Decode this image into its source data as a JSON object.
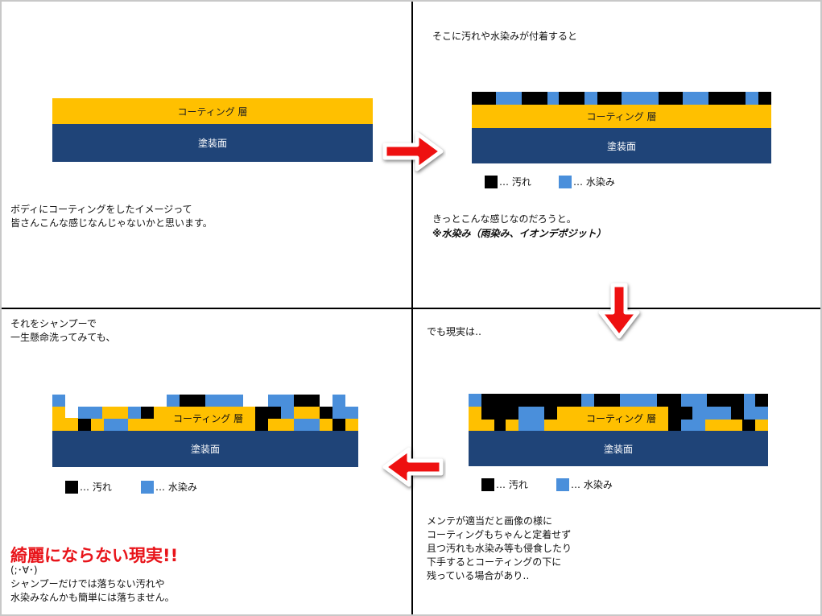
{
  "colors": {
    "coating": "#ffc000",
    "paint": "#1f4478",
    "dirt": "#000000",
    "water": "#4a8fdb",
    "arrow": "#ee1010",
    "headline": "#e8141a"
  },
  "labels": {
    "coating": "コーティング 層",
    "paint": "塗装面"
  },
  "legend": {
    "dirt": "… 汚れ",
    "water": "… 水染み"
  },
  "panel1": {
    "text": [
      "ボディにコーティングをしたイメージって",
      "皆さんこんな感じなんじゃないかと思います。"
    ]
  },
  "panel2": {
    "caption": "そこに汚れや水染みが付着すると",
    "text": "きっとこんな感じなのだろうと。",
    "note": "※水染み（雨染み、イオンデポジット）"
  },
  "panel3": {
    "caption": [
      "それをシャンプーで",
      "一生懸命洗ってみても、"
    ],
    "headline": "綺麗にならない現実!!",
    "text": [
      "(;･∀･)",
      "シャンプーだけでは落ちない汚れや",
      "水染みなんかも簡単には落ちません。"
    ]
  },
  "panel4": {
    "caption": "でも現実は‥",
    "text": [
      "メンテが適当だと画像の様に",
      "コーティングもちゃんと定着せず",
      "且つ汚れも水染み等も侵食したり",
      "下手するとコーティングの下に",
      "残っている場合があり‥"
    ]
  }
}
